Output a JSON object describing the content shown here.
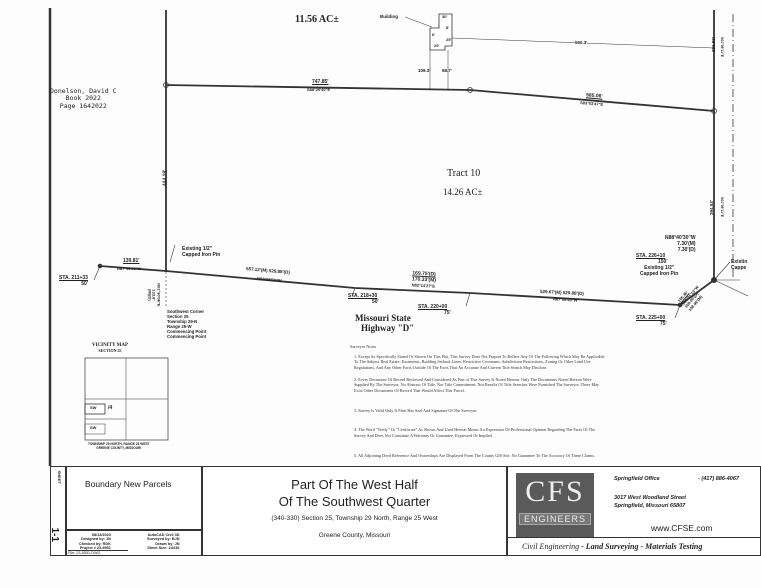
{
  "plat": {
    "north_tract_area": "11.56 AC±",
    "building_label": "Building",
    "building_dims": [
      "30'",
      "8'",
      "6'",
      "25'",
      "29'"
    ],
    "building_offsets": [
      "109.3'",
      "98.7'"
    ],
    "building_to_east": "550.3'",
    "adjoiner": [
      "Donelson, David C",
      "Book 2022",
      "Page 1642022"
    ],
    "tract_name": "Tract 10",
    "tract_area": "14.26 AC±",
    "north_line_west": {
      "distance": "747.85'",
      "bearing": "S88°20'40\"E"
    },
    "north_line_east": {
      "distance": "585.06'",
      "bearing": "S83°03'47\"E"
    },
    "west_line": "444.18'",
    "east_line_north": {
      "distance": "286.83'",
      "bearing": "S01°36'11\"E"
    },
    "east_line": {
      "distance": "394.53'",
      "bearing": "S01°36'11\"E"
    },
    "pin_west": [
      "Existing 1/2\"",
      "Capped Iron Pin"
    ],
    "sta_211": [
      "STA. 211+33",
      "50'"
    ],
    "seg_139": {
      "distance": "139.81'",
      "bearing": "N87°14'30\"W"
    },
    "seg_557": {
      "distance": "557.12'(M) 529.88'(D)",
      "bearing": "N87°08'00\"W"
    },
    "sta_218": [
      "STA. 218+30",
      "50'"
    ],
    "seg_169": {
      "distance1": "169.75'(D)",
      "distance2": "170.33'(M)",
      "bearing": "N82°14'27\"E"
    },
    "sta_220": [
      "STA. 220+00",
      "75'"
    ],
    "seg_529": {
      "distance": "529.67'(M) 529.88'(D)",
      "bearing": "N87°08'43\"W"
    },
    "sta_225": [
      "STA. 225+00",
      "75'"
    ],
    "corner_east": [
      "N88°40'30\"W",
      "7.30'(M)",
      "7.30'(D)"
    ],
    "sta_226": [
      "STA. 226+10",
      "150'"
    ],
    "pin_east": [
      "Existing 1/2\"",
      "Capped Iron Pin"
    ],
    "pin_far_east": [
      "Existin",
      "Cappe"
    ],
    "seg_se": [
      "105.36'",
      "S40°01'13\"W",
      "100.00'(D)",
      "108.96'(M)"
    ],
    "seg_sw_corner": [
      "N01°30'06\"E",
      "133.6'",
      "(M)(D)"
    ],
    "sw_corner": [
      "Southwest Corner",
      "Section 25",
      "Township 29-N",
      "Range 25-W",
      "Commencing Point",
      "Commencing Point"
    ],
    "highway": [
      "Missouri State",
      "Highway \"D\""
    ]
  },
  "vicinity_map": {
    "title": "VICINITY MAP",
    "subtitle": "SECTION 25",
    "cells": [
      "SW",
      "/4",
      "SW"
    ],
    "caption": [
      "TOWNSHIP 29 NORTH, RANGE 25 WEST",
      "GREENE COUNTY, MISSOURI"
    ]
  },
  "notes": {
    "heading": "Surveyor Notes",
    "items": [
      "1. Except As Specifically Stated Or Shown On This Plat, This Survey Does Not Purport To Reflect Any Of The Following Which May Be Applicable To The Subject Real Estate: Easements, Building Setback Lines, Restrictive Covenants, Subdivision Restrictions, Zoning Or Other Land Use Regulations, And Any Other Facts Outside Of The Facts That An Accurate And Current Title Search May Disclose.",
      "2. Every Document Of Record Reviewed And Considered As Part of This Survey Is Noted Hereon. Only The Documents Noted Hereon Were Supplied By The Surveyor. No Abstract Of Title, Nor Title Commitment, Nor Results Of Title Searches Were Furnished The Surveyor. There May Exist Other Documents Of Record That Would Affect This Parcel.",
      "3. Survey Is Valid Only If Print Has Seal And Signature Of The Surveyor.",
      "4. The Word \"Verify\" Or \"Certificate\" As Shown And Used Hereon Means An Expression Of Professional Opinion Regarding The Facts Of The Survey And Does Not Constitute A Warranty Or Guarantee, Expressed Or Implied.",
      "5. All Adjoining Deed Reference And Ownerships Are Displayed From The County GIS Site. No Guarantee To The Accuracy Of These Claims."
    ]
  },
  "title_block": {
    "sheet_number": "1-1",
    "sheet_tag": "SHEET",
    "drawing_name": "Boundary New Parcels",
    "info": {
      "date": "08/13/2023",
      "software": "AutoCAD Civil 3D",
      "designed_by": "Designed by: JN",
      "surveyed_by": "Surveyed by: BJN",
      "checked_by": "Checked by: RDK",
      "drawn_by": "Drawn by: JN",
      "project": "Project # 23-5551",
      "sheet_size": "Sheet Size: 24X36",
      "file": "File: 23-5551.DWG"
    },
    "title_line1": "Part Of The West Half",
    "title_line2": "Of The Southwest Quarter",
    "subtitle": "(340-330) Section 25, Township 29 North, Range 25 West",
    "county": "Greene County, Missouri",
    "company": {
      "logo_text": "CFS",
      "logo_sub": "ENGINEERS",
      "office": "Springfield Office",
      "phone": "- (417) 886-4067",
      "address1": "3017 West Woodland Street",
      "address2": "Springfield, Missouri 65807",
      "website": "www.CFSE.com",
      "tagline_1": "Civil Engineering",
      "tagline_2": " - Land Surveying - Materials Testing",
      "logo_color": "#5a5a5a"
    }
  }
}
